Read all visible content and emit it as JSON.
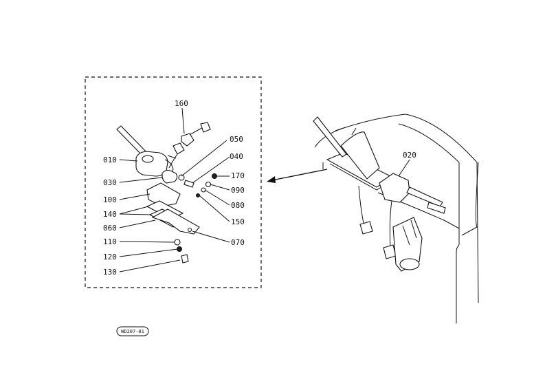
{
  "callouts": [
    {
      "id": "160",
      "text": "160"
    },
    {
      "id": "050",
      "text": "050"
    },
    {
      "id": "040",
      "text": "040"
    },
    {
      "id": "010",
      "text": "010"
    },
    {
      "id": "170",
      "text": "170"
    },
    {
      "id": "030",
      "text": "030"
    },
    {
      "id": "090",
      "text": "090"
    },
    {
      "id": "080",
      "text": "080"
    },
    {
      "id": "100",
      "text": "100"
    },
    {
      "id": "140",
      "text": "140"
    },
    {
      "id": "150",
      "text": "150"
    },
    {
      "id": "060",
      "text": "060"
    },
    {
      "id": "070",
      "text": "070"
    },
    {
      "id": "110",
      "text": "110"
    },
    {
      "id": "120",
      "text": "120"
    },
    {
      "id": "130",
      "text": "130"
    },
    {
      "id": "020",
      "text": "020"
    }
  ],
  "reference_code": "WD207-01"
}
